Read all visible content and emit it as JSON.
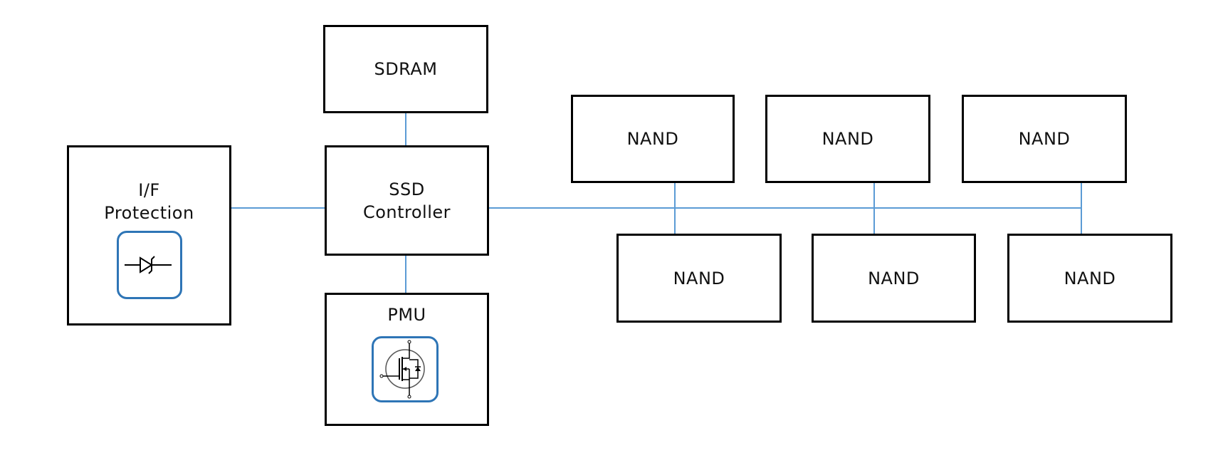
{
  "blocks": {
    "sdram": "SDRAM",
    "interface_protection": [
      "I/F",
      "Protection"
    ],
    "ssd_controller": [
      "SSD",
      "Controller"
    ],
    "pmu": "PMU",
    "nand": [
      "NAND",
      "NAND",
      "NAND",
      "NAND",
      "NAND",
      "NAND"
    ]
  },
  "icons": {
    "interface_protection": "tvs-diode-icon",
    "pmu": "mosfet-icon"
  },
  "colors": {
    "box_border": "#000000",
    "connector": "#5b9bd5",
    "icon_frame": "#2e75b6"
  }
}
